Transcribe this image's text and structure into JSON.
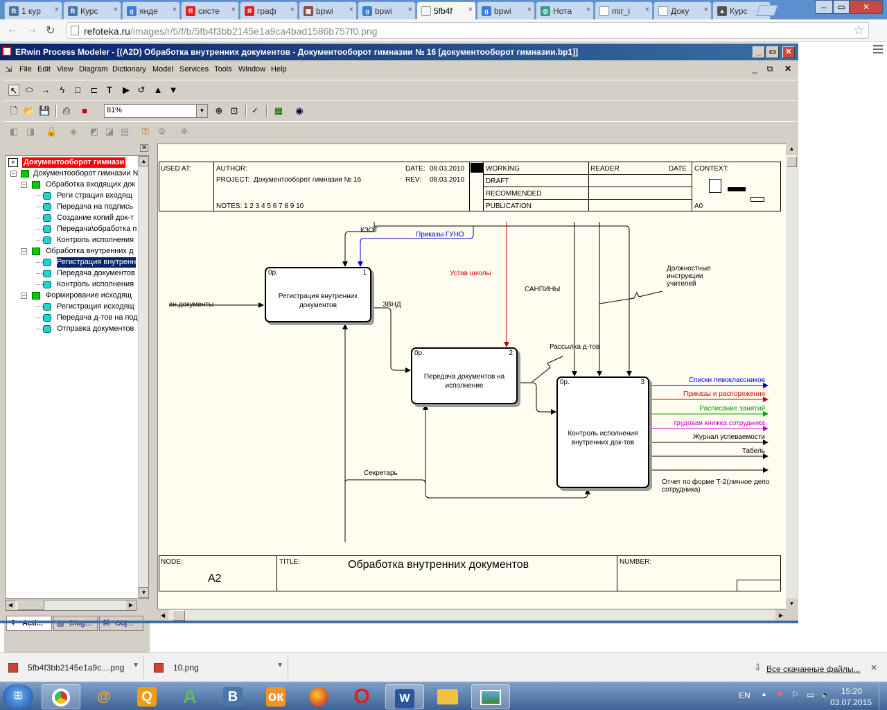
{
  "browser": {
    "tabs": [
      {
        "label": "1 кур",
        "fav": "B",
        "color": "#4a76a8"
      },
      {
        "label": "Курс",
        "fav": "B",
        "color": "#4a76a8"
      },
      {
        "label": "янде",
        "fav": "g",
        "color": "#3b7ddd"
      },
      {
        "label": "систе",
        "fav": "Я",
        "color": "#e02020"
      },
      {
        "label": "граф",
        "fav": "Я",
        "color": "#e02020"
      },
      {
        "label": "bpwi",
        "fav": "▣",
        "color": "#8a4a4a"
      },
      {
        "label": "bpwi",
        "fav": "g",
        "color": "#3b7ddd"
      },
      {
        "label": "5fb4f",
        "fav": "",
        "color": "#f6f6f6"
      },
      {
        "label": "bpwi",
        "fav": "g",
        "color": "#3b7ddd"
      },
      {
        "label": "Нота",
        "fav": "◎",
        "color": "#3a9a8a"
      },
      {
        "label": "mir_i",
        "fav": "",
        "color": "#ffffff"
      },
      {
        "label": "Доку",
        "fav": "",
        "color": "#ffffff"
      },
      {
        "label": "Курс",
        "fav": "▲",
        "color": "#555555"
      }
    ],
    "url_host": "refoteka.ru",
    "url_path": "/images/r/5/f/b/5fb4f3bb2145e1a9ca4bad1586b757f0.png"
  },
  "app": {
    "title": "ERwin Process Modeler - [(A2D) Обработка внутренних  документов - Документооборот гимназии № 16  [документооборот гимназии.bp1]]",
    "menu": [
      "File",
      "Edit",
      "View",
      "Diagram",
      "Dictionary",
      "Model",
      "Services",
      "Tools",
      "Window",
      "Help"
    ],
    "zoom": "81%"
  },
  "tree": {
    "root": "Документооборот гимнази",
    "model": "Документооборот гимназии №",
    "items": [
      {
        "label": "Обработка входящих док",
        "level": 1
      },
      {
        "label": "Реги страция входящ",
        "level": 2
      },
      {
        "label": "Передача на подпись",
        "level": 2
      },
      {
        "label": "Создание копий док-т",
        "level": 2
      },
      {
        "label": "Передача\\обработка п",
        "level": 2
      },
      {
        "label": "Контроль исполнения",
        "level": 2
      },
      {
        "label": "Обработка внутренних д",
        "level": 1
      },
      {
        "label": "Регистрация внутренн",
        "level": 2,
        "selected": true
      },
      {
        "label": "Передача документов",
        "level": 2
      },
      {
        "label": "Контроль исполнения",
        "level": 2
      },
      {
        "label": "Формирование исходящ",
        "level": 1
      },
      {
        "label": "Регистрация исходящ",
        "level": 2
      },
      {
        "label": "Передача д-тов на под",
        "level": 2
      },
      {
        "label": "Отправка документов",
        "level": 2
      }
    ],
    "tabs": [
      "Acti...",
      "Diag...",
      "Obj..."
    ]
  },
  "diagram": {
    "header": {
      "used_at": "USED AT:",
      "author": "AUTHOR:",
      "project_label": "PROJECT:",
      "project": "Документооборот гимназии № 16",
      "date_label": "DATE:",
      "date": "08.03.2010",
      "rev_label": "REV:",
      "rev": "08.03.2010",
      "notes": "NOTES:  1  2  3  4  5  6  7  8  9  10",
      "working": "WORKING",
      "draft": "DRAFT",
      "recommended": "RECOMMENDED",
      "publication": "PUBLICATION",
      "reader": "READER",
      "date2": "DATE",
      "context": "CONTEXT:",
      "context_node": "A0"
    },
    "boxes": [
      {
        "text": "Регистрация внутренних документов",
        "cost": "0р.",
        "num": "1"
      },
      {
        "text": "Передача документов на исполнение",
        "cost": "0р.",
        "num": "2"
      },
      {
        "text": "Контроль исполнения внутренних док-тов",
        "cost": "0р.",
        "num": "3"
      }
    ],
    "arrows": {
      "kzot": "КЗОТ",
      "prikazy_guno": "Приказы ГУНО",
      "ustav": "Устав школы",
      "sanpiny": "САНПИНЫ",
      "instr": "Должностные инструкции учителей",
      "vn_docs": "вн.документы",
      "zvnd": "ЗВНД",
      "rassylka": "Рассылка д-тов",
      "secretar": "Секретарь"
    },
    "outputs": [
      {
        "label": "Списки певоклассников",
        "color": "#0000cc"
      },
      {
        "label": "Приказы и распоряжения",
        "color": "#cc0000"
      },
      {
        "label": "Расписание занятий",
        "color": "#00a000"
      },
      {
        "label": "трудовая книжка сотрудника",
        "color": "#cc00cc"
      },
      {
        "label": "Журнал успеваемости",
        "color": "#000000"
      },
      {
        "label": "Табель",
        "color": "#000000"
      },
      {
        "label": "Отчет по форме Т-2(личное дело сотрудника)",
        "color": "#000000"
      }
    ],
    "footer": {
      "node_label": "NODE:",
      "node": "A2",
      "title_label": "TITLE:",
      "title": "Обработка внутренних  документов",
      "number_label": "NUMBER:"
    }
  },
  "downloads": {
    "items": [
      "5fb4f3bb2145e1a9c....png",
      "10.png"
    ],
    "all": "Все скачанные файлы..."
  },
  "taskbar": {
    "lang": "EN",
    "time": "15:20",
    "date": "03.07.2015"
  }
}
